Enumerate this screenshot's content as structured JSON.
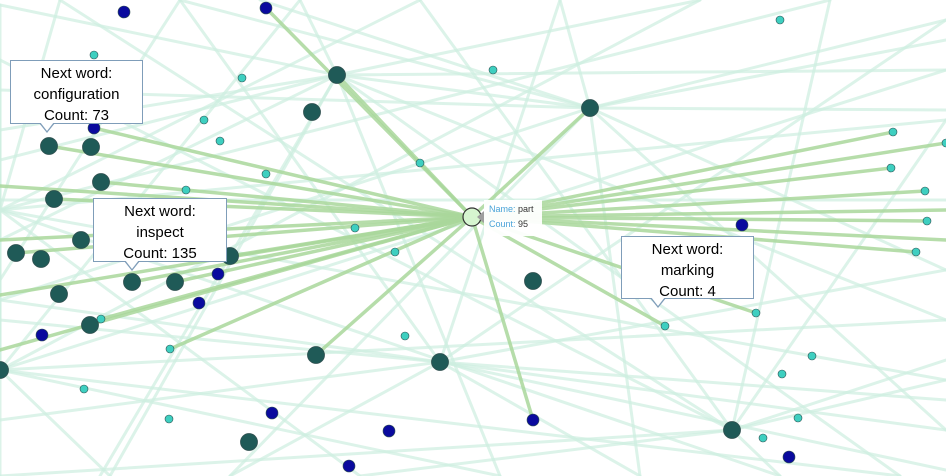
{
  "center_node": {
    "name_label": "Name:",
    "name": "part",
    "count_label": "Count:",
    "count": "95"
  },
  "callouts": [
    {
      "line1": "Next word:",
      "line2": "configuration",
      "line3": "Count: 73"
    },
    {
      "line1": "Next word:",
      "line2": "inspect",
      "line3": "Count: 135"
    },
    {
      "line1": "Next word:",
      "line2": "marking",
      "line3": "Count: 4"
    }
  ],
  "colors": {
    "strong_edge": "#a9d79b",
    "faint_edge": "#cdeee0",
    "big_node": "#1f5a57",
    "mid_node": "#0a0a9e",
    "small_node": "#3ecfc0",
    "center_node": "#d6f5d0"
  }
}
